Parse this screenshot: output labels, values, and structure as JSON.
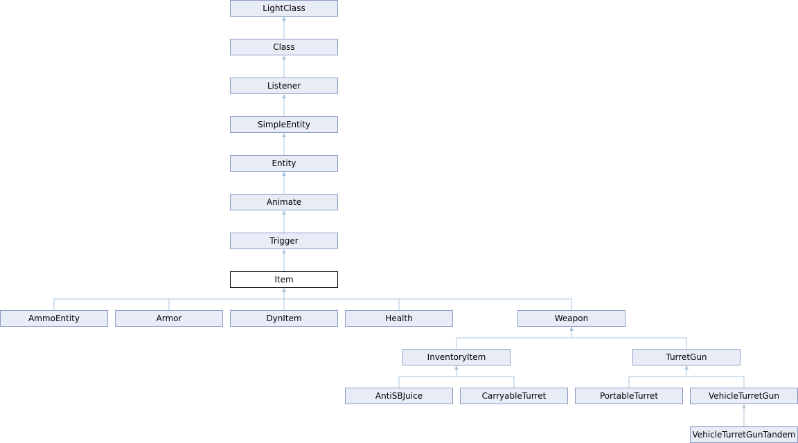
{
  "colors": {
    "node_fill": "#e8ecf6",
    "node_border": "#8a9ac3",
    "current_fill": "#ffffff",
    "current_border": "#000000",
    "edge": "#a9c6dd"
  },
  "nodes": {
    "lightclass": "LightClass",
    "class": "Class",
    "listener": "Listener",
    "simpleentity": "SimpleEntity",
    "entity": "Entity",
    "animate": "Animate",
    "trigger": "Trigger",
    "item": "Item",
    "ammoentity": "AmmoEntity",
    "armor": "Armor",
    "dynitem": "DynItem",
    "health": "Health",
    "weapon": "Weapon",
    "inventoryitem": "InventoryItem",
    "turretgun": "TurretGun",
    "antisbjuice": "AntiSBJuice",
    "carryableturret": "CarryableTurret",
    "portableturret": "PortableTurret",
    "vehicleturretgun": "VehicleTurretGun",
    "vehicleturretguntandem": "VehicleTurretGunTandem"
  },
  "edges": [
    [
      "class",
      "lightclass"
    ],
    [
      "listener",
      "class"
    ],
    [
      "simpleentity",
      "listener"
    ],
    [
      "entity",
      "simpleentity"
    ],
    [
      "animate",
      "entity"
    ],
    [
      "trigger",
      "animate"
    ],
    [
      "item",
      "trigger"
    ],
    [
      "ammoentity",
      "item"
    ],
    [
      "armor",
      "item"
    ],
    [
      "dynitem",
      "item"
    ],
    [
      "health",
      "item"
    ],
    [
      "weapon",
      "item"
    ],
    [
      "inventoryitem",
      "weapon"
    ],
    [
      "turretgun",
      "weapon"
    ],
    [
      "antisbjuice",
      "inventoryitem"
    ],
    [
      "carryableturret",
      "inventoryitem"
    ],
    [
      "portableturret",
      "turretgun"
    ],
    [
      "vehicleturretgun",
      "turretgun"
    ],
    [
      "vehicleturretguntandem",
      "vehicleturretgun"
    ]
  ]
}
